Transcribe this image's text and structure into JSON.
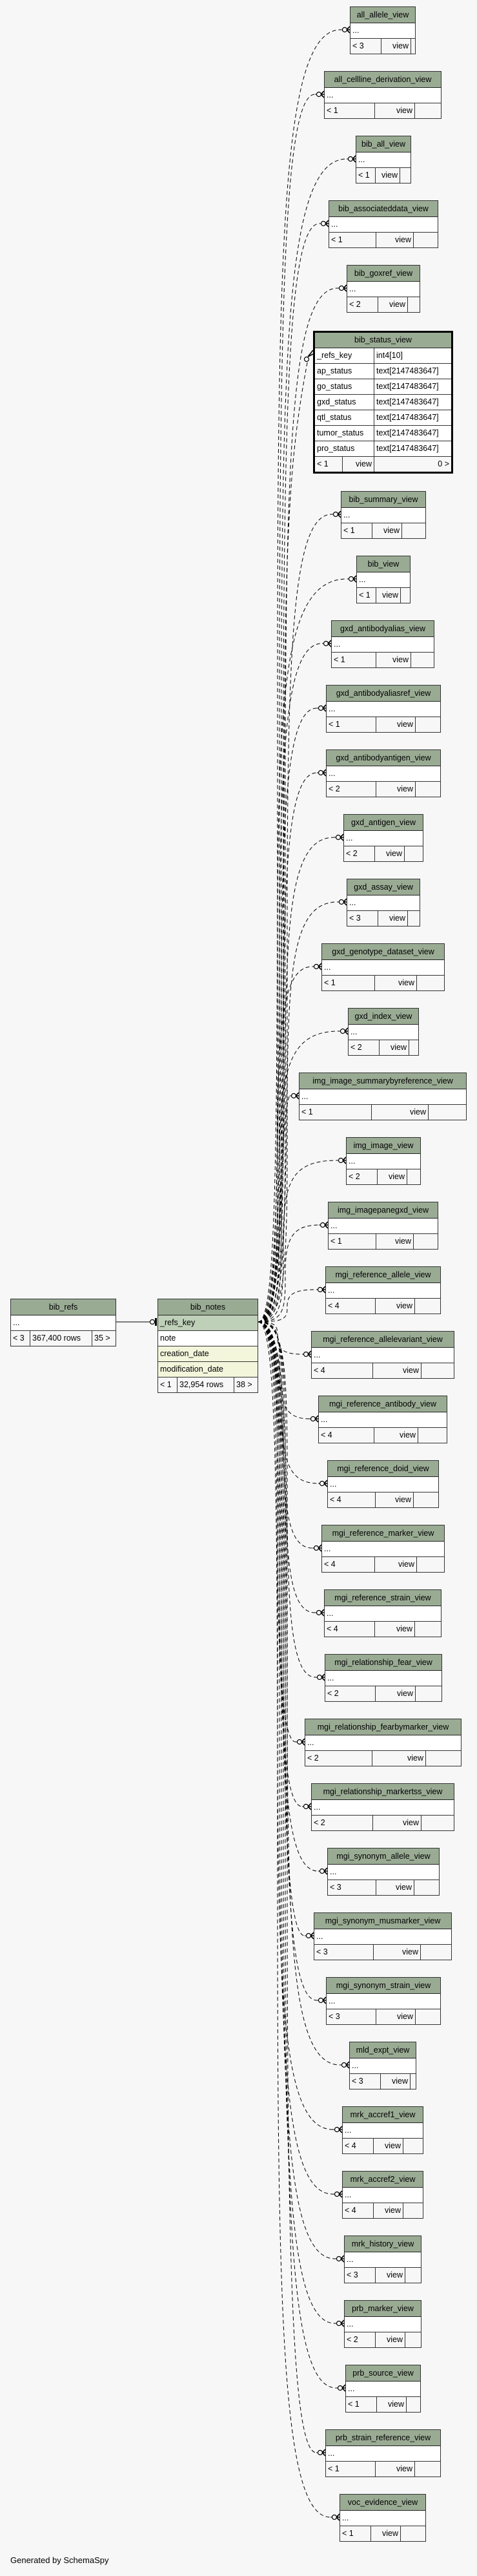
{
  "diagram": {
    "generator_text": "Generated by SchemaSpy",
    "colors": {
      "header": "#9aab94",
      "key_row": "#bfd0b8",
      "index_row": "#f4f6dc",
      "background": "#f7f7f7"
    },
    "focus_table": {
      "name": "bib_notes",
      "columns": [
        {
          "name": "_refs_key",
          "kind": "key"
        },
        {
          "name": "note",
          "kind": "plain"
        },
        {
          "name": "creation_date",
          "kind": "index"
        },
        {
          "name": "modification_date",
          "kind": "index"
        }
      ],
      "footer": {
        "parents": "< 1",
        "rows": "32,954 rows",
        "children": "38 >"
      }
    },
    "parent_table": {
      "name": "bib_refs",
      "ellipsis": "...",
      "footer": {
        "parents": "< 3",
        "rows": "367,400 rows",
        "children": "35 >"
      }
    },
    "status_view": {
      "name": "bib_status_view",
      "columns": [
        {
          "name": "_refs_key",
          "type": "int4[10]"
        },
        {
          "name": "ap_status",
          "type": "text[2147483647]"
        },
        {
          "name": "go_status",
          "type": "text[2147483647]"
        },
        {
          "name": "gxd_status",
          "type": "text[2147483647]"
        },
        {
          "name": "qtl_status",
          "type": "text[2147483647]"
        },
        {
          "name": "tumor_status",
          "type": "text[2147483647]"
        },
        {
          "name": "pro_status",
          "type": "text[2147483647]"
        }
      ],
      "footer": {
        "parents": "< 1",
        "kind": "view",
        "children": "0 >"
      }
    },
    "child_views": [
      {
        "name": "all_allele_view",
        "ellipsis": "...",
        "parents": "< 3",
        "kind": "view"
      },
      {
        "name": "all_cellline_derivation_view",
        "ellipsis": "...",
        "parents": "< 1",
        "kind": "view"
      },
      {
        "name": "bib_all_view",
        "ellipsis": "...",
        "parents": "< 1",
        "kind": "view"
      },
      {
        "name": "bib_associateddata_view",
        "ellipsis": "...",
        "parents": "< 1",
        "kind": "view"
      },
      {
        "name": "bib_goxref_view",
        "ellipsis": "...",
        "parents": "< 2",
        "kind": "view"
      },
      {
        "name": "bib_summary_view",
        "ellipsis": "...",
        "parents": "< 1",
        "kind": "view"
      },
      {
        "name": "bib_view",
        "ellipsis": "...",
        "parents": "< 1",
        "kind": "view"
      },
      {
        "name": "gxd_antibodyalias_view",
        "ellipsis": "...",
        "parents": "< 1",
        "kind": "view"
      },
      {
        "name": "gxd_antibodyaliasref_view",
        "ellipsis": "...",
        "parents": "< 1",
        "kind": "view"
      },
      {
        "name": "gxd_antibodyantigen_view",
        "ellipsis": "...",
        "parents": "< 2",
        "kind": "view"
      },
      {
        "name": "gxd_antigen_view",
        "ellipsis": "...",
        "parents": "< 2",
        "kind": "view"
      },
      {
        "name": "gxd_assay_view",
        "ellipsis": "...",
        "parents": "< 3",
        "kind": "view"
      },
      {
        "name": "gxd_genotype_dataset_view",
        "ellipsis": "...",
        "parents": "< 1",
        "kind": "view"
      },
      {
        "name": "gxd_index_view",
        "ellipsis": "...",
        "parents": "< 2",
        "kind": "view"
      },
      {
        "name": "img_image_summarybyreference_view",
        "ellipsis": "...",
        "parents": "< 1",
        "kind": "view"
      },
      {
        "name": "img_image_view",
        "ellipsis": "...",
        "parents": "< 2",
        "kind": "view"
      },
      {
        "name": "img_imagepanegxd_view",
        "ellipsis": "...",
        "parents": "< 1",
        "kind": "view"
      },
      {
        "name": "mgi_reference_allele_view",
        "ellipsis": "...",
        "parents": "< 4",
        "kind": "view"
      },
      {
        "name": "mgi_reference_allelevariant_view",
        "ellipsis": "...",
        "parents": "< 4",
        "kind": "view"
      },
      {
        "name": "mgi_reference_antibody_view",
        "ellipsis": "...",
        "parents": "< 4",
        "kind": "view"
      },
      {
        "name": "mgi_reference_doid_view",
        "ellipsis": "...",
        "parents": "< 4",
        "kind": "view"
      },
      {
        "name": "mgi_reference_marker_view",
        "ellipsis": "...",
        "parents": "< 4",
        "kind": "view"
      },
      {
        "name": "mgi_reference_strain_view",
        "ellipsis": "...",
        "parents": "< 4",
        "kind": "view"
      },
      {
        "name": "mgi_relationship_fear_view",
        "ellipsis": "...",
        "parents": "< 2",
        "kind": "view"
      },
      {
        "name": "mgi_relationship_fearbymarker_view",
        "ellipsis": "...",
        "parents": "< 2",
        "kind": "view"
      },
      {
        "name": "mgi_relationship_markertss_view",
        "ellipsis": "...",
        "parents": "< 2",
        "kind": "view"
      },
      {
        "name": "mgi_synonym_allele_view",
        "ellipsis": "...",
        "parents": "< 3",
        "kind": "view"
      },
      {
        "name": "mgi_synonym_musmarker_view",
        "ellipsis": "...",
        "parents": "< 3",
        "kind": "view"
      },
      {
        "name": "mgi_synonym_strain_view",
        "ellipsis": "...",
        "parents": "< 3",
        "kind": "view"
      },
      {
        "name": "mld_expt_view",
        "ellipsis": "...",
        "parents": "< 3",
        "kind": "view"
      },
      {
        "name": "mrk_accref1_view",
        "ellipsis": "...",
        "parents": "< 4",
        "kind": "view"
      },
      {
        "name": "mrk_accref2_view",
        "ellipsis": "...",
        "parents": "< 4",
        "kind": "view"
      },
      {
        "name": "mrk_history_view",
        "ellipsis": "...",
        "parents": "< 3",
        "kind": "view"
      },
      {
        "name": "prb_marker_view",
        "ellipsis": "...",
        "parents": "< 2",
        "kind": "view"
      },
      {
        "name": "prb_source_view",
        "ellipsis": "...",
        "parents": "< 1",
        "kind": "view"
      },
      {
        "name": "prb_strain_reference_view",
        "ellipsis": "...",
        "parents": "< 1",
        "kind": "view"
      },
      {
        "name": "voc_evidence_view",
        "ellipsis": "...",
        "parents": "< 1",
        "kind": "view"
      }
    ]
  }
}
